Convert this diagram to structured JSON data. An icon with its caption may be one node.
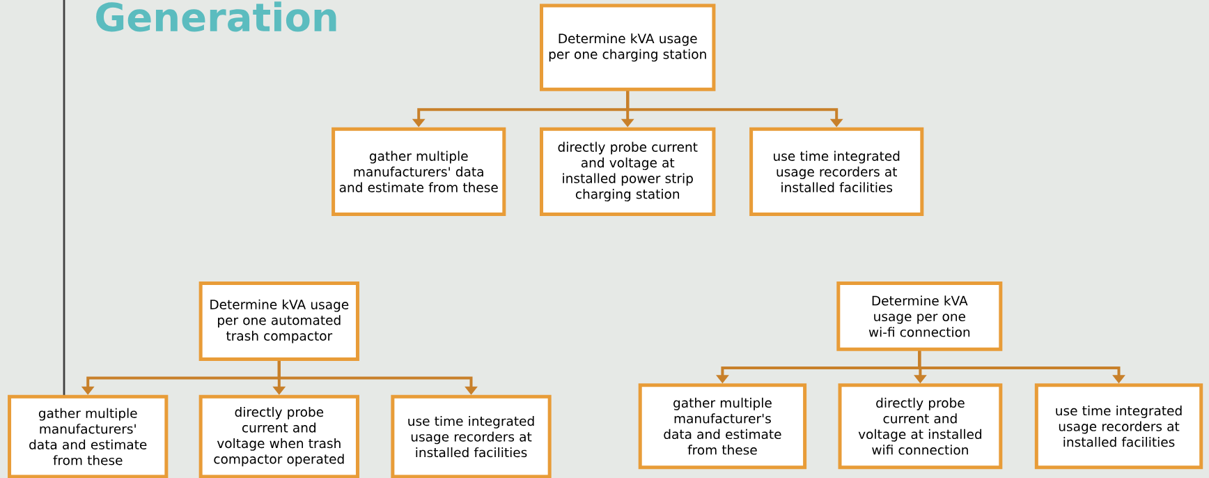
{
  "diagram": {
    "title": "Generation",
    "nodes": [
      {
        "text": [
          "Determine kVA usage per one charging station"
        ]
      },
      {
        "text": [
          "gather multiple manufacturers' data and estimate from these"
        ]
      },
      {
        "text": [
          "directly probe current and voltage at installed power strip charging station"
        ]
      },
      {
        "text": [
          "use time integrated usage recorders at installed facilities"
        ]
      },
      {
        "text": [
          "Determine kVA usage per one automated trash compactor"
        ]
      },
      {
        "text": [
          "gather multiple manufacturers' data and estimate from these"
        ]
      },
      {
        "text": [
          "directly probe current and voltage when trash compactor operated"
        ]
      },
      {
        "text": [
          "use time integrated usage recorders at installed facilities"
        ]
      },
      {
        "text": [
          "Determine kVA usage per one wi-fi connection"
        ]
      },
      {
        "text": [
          "gather multiple manufacturer's data and estimate from these"
        ]
      },
      {
        "text": [
          "directly probe current and voltage at installed wifi connection"
        ]
      },
      {
        "text": [
          "use time integrated usage recorders at installed facilities"
        ]
      }
    ],
    "edges": [
      {
        "from": 0,
        "to": 1,
        "arrow": "to"
      },
      {
        "from": 0,
        "to": 2,
        "arrow": "to"
      },
      {
        "from": 0,
        "to": 3,
        "arrow": "to"
      },
      {
        "from": 4,
        "to": 5,
        "arrow": "to"
      },
      {
        "from": 4,
        "to": 6,
        "arrow": "to"
      },
      {
        "from": 4,
        "to": 7,
        "arrow": "to"
      },
      {
        "from": 8,
        "to": 9,
        "arrow": "to"
      },
      {
        "from": 8,
        "to": 10,
        "arrow": "to"
      },
      {
        "from": 8,
        "to": 11,
        "arrow": "to"
      }
    ]
  }
}
